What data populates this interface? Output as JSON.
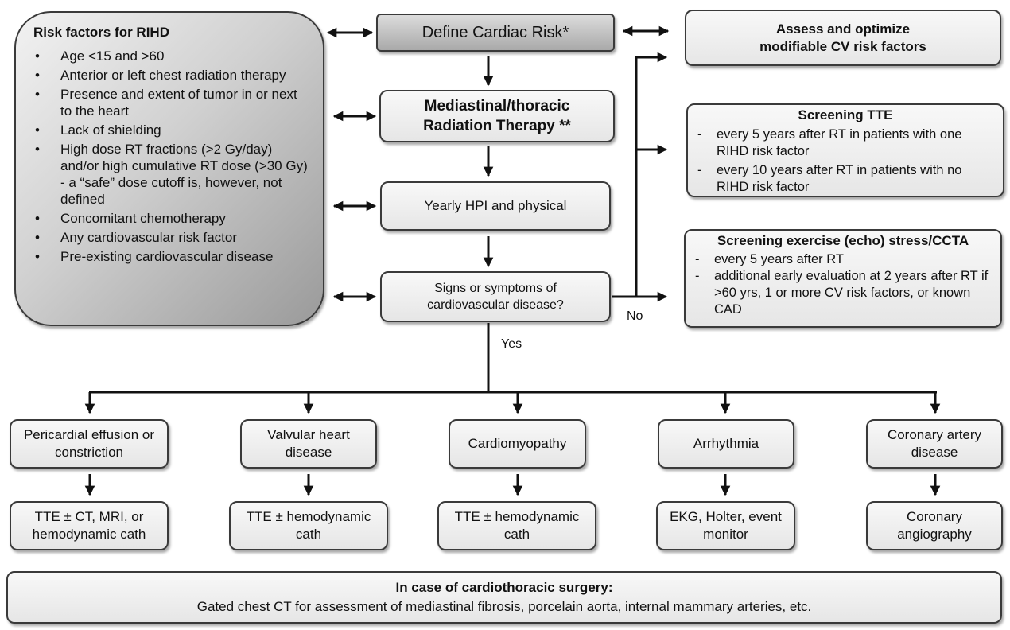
{
  "risk_factors": {
    "title": "Risk factors for RIHD",
    "items": [
      "Age  <15 and >60",
      "Anterior or left chest radiation therapy",
      "Presence and extent of tumor in or next to the heart",
      "Lack of shielding",
      "High dose RT fractions (>2 Gy/day) and/or high cumulative RT dose (>30 Gy)  - a “safe” dose cutoff  is, however, not defined",
      "Concomitant chemotherapy",
      "Any cardiovascular risk factor",
      "Pre-existing cardiovascular disease"
    ]
  },
  "flow": {
    "define": "Define Cardiac Risk*",
    "radiation": "Mediastinal/thoracic Radiation Therapy **",
    "yearly": "Yearly HPI and physical",
    "signs": "Signs or symptoms of cardiovascular disease?",
    "no_label": "No",
    "yes_label": "Yes"
  },
  "right": {
    "assess": "Assess and optimize modifiable CV risk factors",
    "tte_title": "Screening TTE",
    "tte_items": [
      "every 5 years after RT in patients with one RIHD risk factor",
      "every 10 years after RT in patients with no RIHD risk factor"
    ],
    "stress_title": "Screening exercise (echo) stress/CCTA",
    "stress_items": [
      "every 5 years after RT",
      "additional early evaluation at 2 years after RT if  >60 yrs, 1 or more  CV risk factors, or known CAD"
    ]
  },
  "branches": [
    {
      "condition": "Pericardial  effusion or constriction",
      "test": "TTE ± CT, MRI, or hemodynamic cath"
    },
    {
      "condition": "Valvular heart disease",
      "test": "TTE ± hemodynamic cath"
    },
    {
      "condition": "Cardiomyopathy",
      "test": "TTE ± hemodynamic cath"
    },
    {
      "condition": "Arrhythmia",
      "test": "EKG, Holter, event monitor"
    },
    {
      "condition": "Coronary artery disease",
      "test": "Coronary angiography"
    }
  ],
  "surgery": {
    "title": "In case of cardiothoracic surgery:",
    "text": "Gated chest CT for assessment of mediastinal fibrosis, porcelain aorta, internal mammary arteries, etc."
  }
}
